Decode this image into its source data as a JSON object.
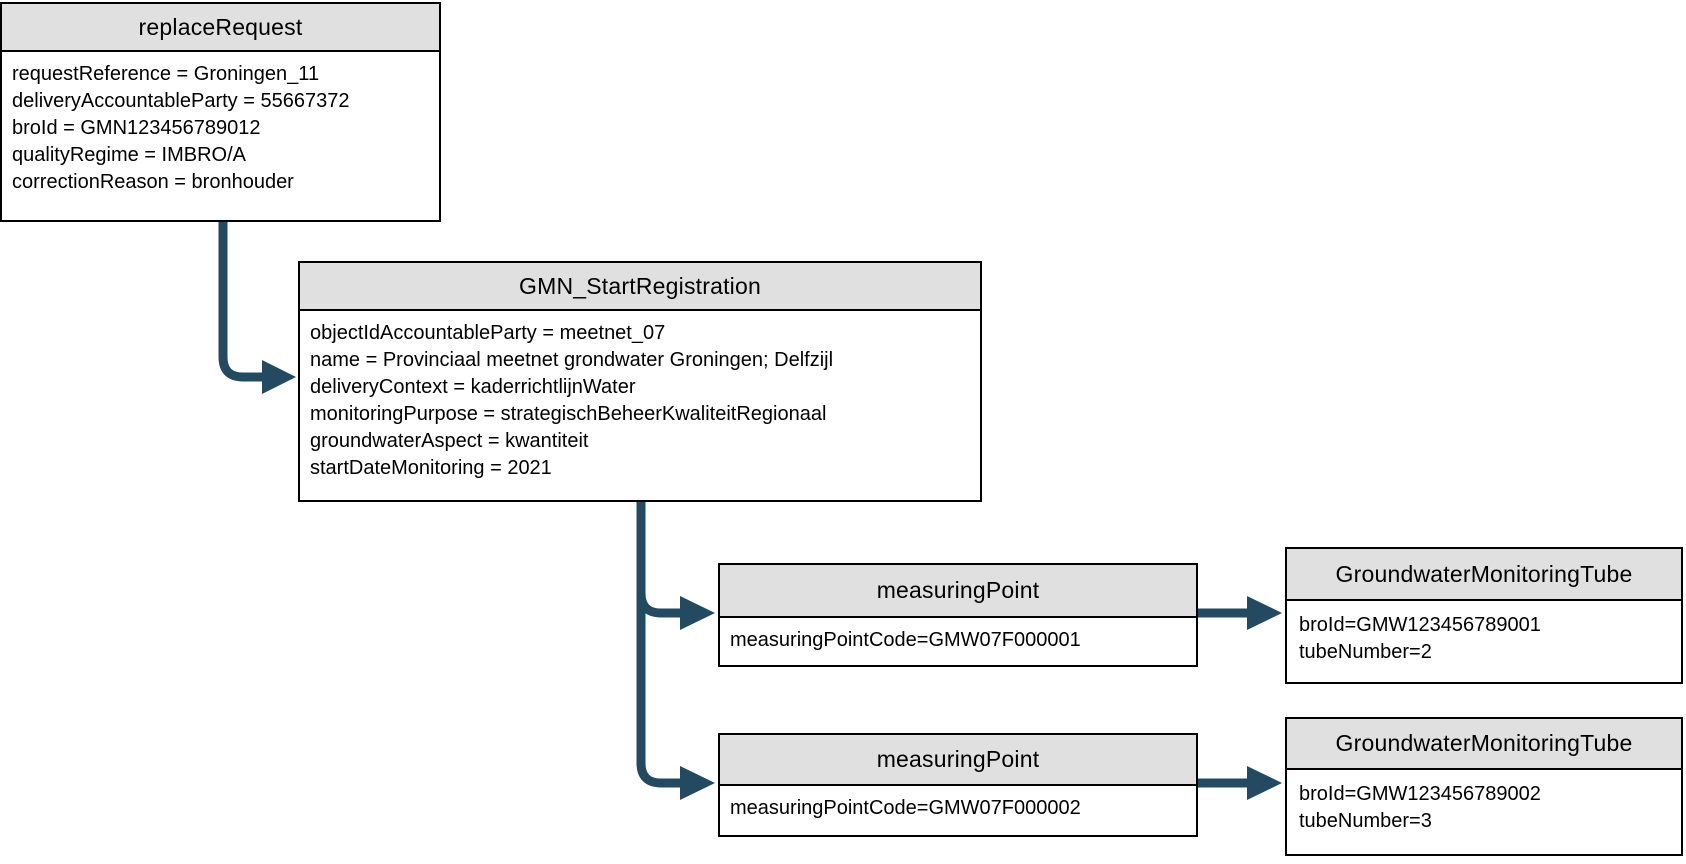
{
  "colors": {
    "arrow": "#234A60",
    "header_fill": "#E0E0E0",
    "box_border": "#000000",
    "text_color": "#000000",
    "background": "#FFFFFF"
  },
  "nodes": {
    "replaceRequest": {
      "title": "replaceRequest",
      "attributes": [
        "requestReference = Groningen_11",
        "deliveryAccountableParty = 55667372",
        "broId = GMN123456789012",
        "qualityRegime = IMBRO/A",
        "correctionReason = bronhouder"
      ]
    },
    "gmnStartRegistration": {
      "title": "GMN_StartRegistration",
      "attributes": [
        "objectIdAccountableParty = meetnet_07",
        "name = Provinciaal meetnet grondwater Groningen; Delfzijl",
        "deliveryContext = kaderrichtlijnWater",
        "monitoringPurpose = strategischBeheerKwaliteitRegionaal",
        "groundwaterAspect = kwantiteit",
        "startDateMonitoring = 2021"
      ]
    },
    "measuringPoint1": {
      "title": "measuringPoint",
      "attributes": [
        "measuringPointCode=GMW07F000001"
      ]
    },
    "groundwaterMonitoringTube1": {
      "title": "GroundwaterMonitoringTube",
      "attributes": [
        "broId=GMW123456789001",
        "tubeNumber=2"
      ]
    },
    "measuringPoint2": {
      "title": "measuringPoint",
      "attributes": [
        "measuringPointCode=GMW07F000002"
      ]
    },
    "groundwaterMonitoringTube2": {
      "title": "GroundwaterMonitoringTube",
      "attributes": [
        "broId=GMW123456789002",
        "tubeNumber=3"
      ]
    }
  },
  "connections": [
    {
      "from": "replaceRequest",
      "to": "GMN_StartRegistration"
    },
    {
      "from": "GMN_StartRegistration",
      "to": "measuringPoint GMW07F000001"
    },
    {
      "from": "GMN_StartRegistration",
      "to": "measuringPoint GMW07F000002"
    },
    {
      "from": "measuringPoint GMW07F000001",
      "to": "GroundwaterMonitoringTube GMW123456789001"
    },
    {
      "from": "measuringPoint GMW07F000002",
      "to": "GroundwaterMonitoringTube GMW123456789002"
    }
  ]
}
